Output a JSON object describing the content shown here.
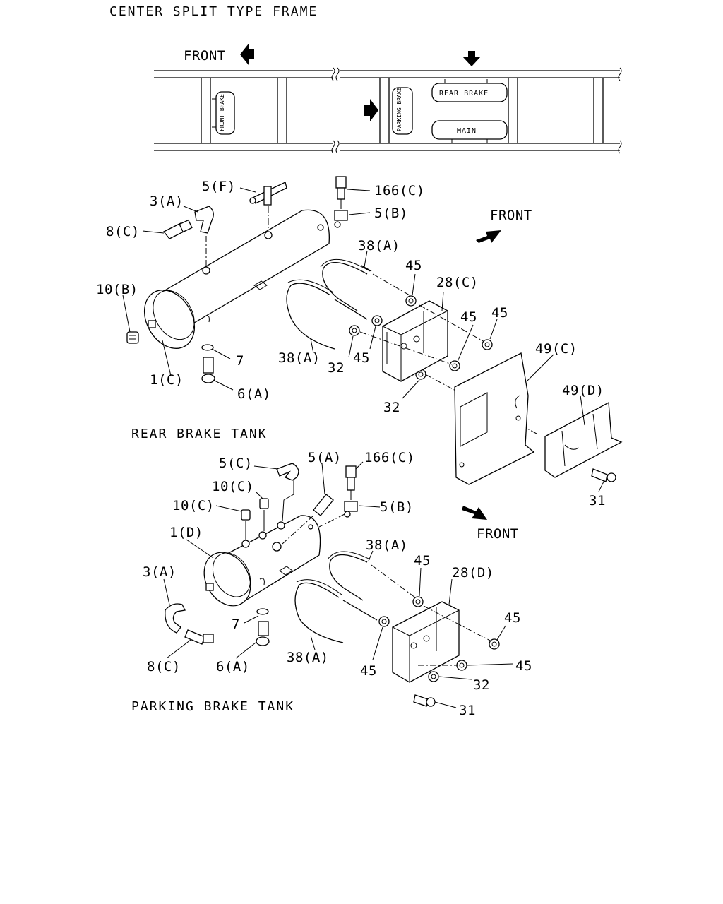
{
  "header": {
    "title": "CENTER SPLIT TYPE FRAME"
  },
  "frame_view": {
    "front_label": "FRONT",
    "tanks": {
      "front_brake": "FRONT BRAKE",
      "parking_brake": "PARKING BRAKE",
      "rear_brake": "REAR BRAKE",
      "main": "MAIN"
    }
  },
  "rear_section": {
    "title": "REAR BRAKE TANK",
    "front_label": "FRONT",
    "callouts": {
      "c1": "5(F)",
      "c2": "3(A)",
      "c3": "166(C)",
      "c4": "5(B)",
      "c5": "8(C)",
      "c6": "38(A)",
      "c7": "45",
      "c8": "28(C)",
      "c9": "10(B)",
      "c10": "45",
      "c11": "45",
      "c12": "7",
      "c13": "38(A)",
      "c14": "32",
      "c15": "45",
      "c16": "49(C)",
      "c17": "1(C)",
      "c18": "6(A)",
      "c19": "49(D)",
      "c20": "32",
      "c21": "31"
    }
  },
  "parking_section": {
    "title": "PARKING BRAKE TANK",
    "front_label": "FRONT",
    "callouts": {
      "c1": "5(C)",
      "c2": "5(A)",
      "c3": "166(C)",
      "c4": "10(C)",
      "c5": "10(C)",
      "c6": "5(B)",
      "c7": "1(D)",
      "c8": "38(A)",
      "c9": "45",
      "c10": "28(D)",
      "c11": "3(A)",
      "c12": "7",
      "c13": "45",
      "c14": "8(C)",
      "c15": "6(A)",
      "c16": "38(A)",
      "c17": "45",
      "c18": "45",
      "c19": "32",
      "c20": "31"
    }
  }
}
